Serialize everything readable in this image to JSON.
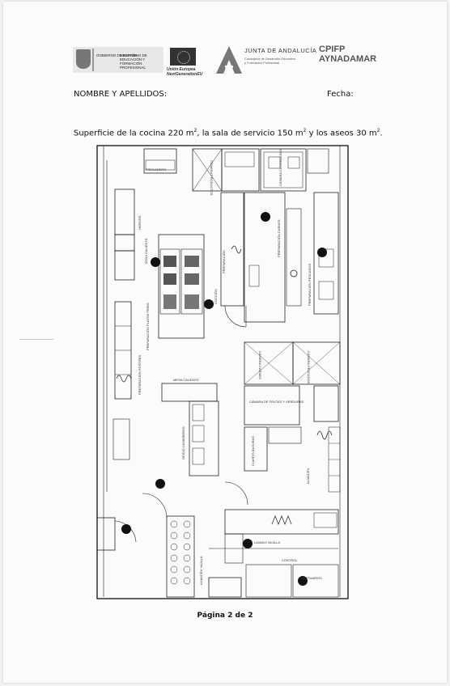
{
  "header": {
    "gov_logo_lines": [
      "GOBIERNO DE ESPAÑA",
      "MINISTERIO DE EDUCACIÓN Y FORMACIÓN PROFESIONAL"
    ],
    "eu_label": [
      "Unión Europea",
      "NextGenerationEU"
    ],
    "junta_name": "JUNTA DE ANDALUCÍA",
    "junta_sub": [
      "Consejería de Desarrollo Educativo",
      "y Formación Profesional"
    ],
    "school": [
      "CPIFP",
      "AYNADAMAR"
    ]
  },
  "form": {
    "name_label": "NOMBRE Y APELLIDOS:",
    "date_label": "Fecha:"
  },
  "statement": {
    "part1": "Superficie de la cocina 220 m",
    "part2": ", la sala de servicio 150 m",
    "part3": " y los aseos 30 m",
    "part4": ".",
    "sup": "2"
  },
  "plan_labels": {
    "fregadero": "FREGADERO",
    "camara_productos": "CÁMARA PRODUCTOS",
    "camara_congelados": "CÁMARA CONGELADOS",
    "hornos": "HORNOS",
    "zona_caliente": "ZONA CALIENTE",
    "preparacion": "PREPARACIÓN",
    "coccion": "COCCIÓN",
    "preparacion_platos_frios": "PREPARACIÓN PLATOS FRÍOS",
    "preparacion_carnes": "PREPARACIÓN CARNES",
    "preparacion_pescados": "PREPARACIÓN PESCADOS",
    "preparacion_postres": "PREPARACIÓN POSTRES",
    "camara_carnes": "CÁMARA CARNES",
    "camara_pescados": "CÁMARA PESCADOS",
    "mesa_caliente": "MESA CALIENTE",
    "camara_frutas": "CÁMARA DE FRUTAS Y VERDURAS",
    "oficio_camareros": "OFICIO CAMAREROS",
    "almacen": "ALMACÉN",
    "cuarto_basuras": "CUARTO BASURAS",
    "almacen_vajilla": "ALMACÉN VAJILLA",
    "lavado_vajilla": "LAVADO VAJILLA",
    "control": "CONTROL",
    "vestuarios": "VESTUARIOS"
  },
  "footer": {
    "page": "Página 2 de 2"
  }
}
